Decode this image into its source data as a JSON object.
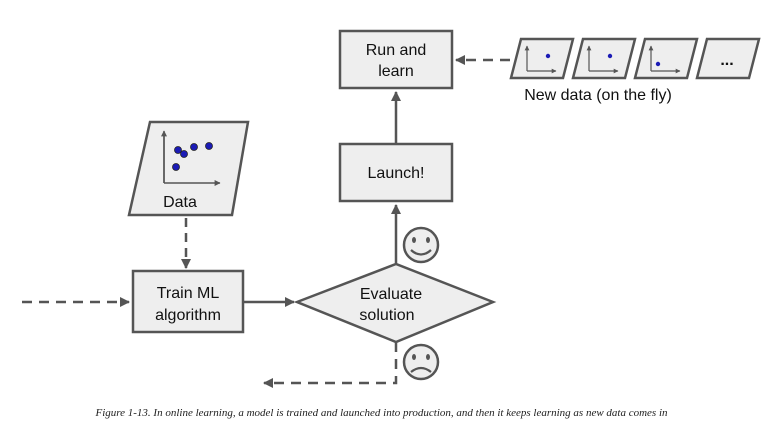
{
  "nodes": {
    "run_and_learn": [
      "Run and",
      "learn"
    ],
    "launch": "Launch!",
    "train": [
      "Train ML",
      "algorithm"
    ],
    "evaluate": [
      "Evaluate",
      "solution"
    ],
    "data": "Data",
    "new_data": "New data (on the fly)",
    "ellipsis": "..."
  },
  "caption": "Figure 1-13. In online learning, a model is trained and launched into production, and then it keeps learning as new data comes in",
  "colors": {
    "box_fill": "#eeeeee",
    "stroke": "#555555",
    "point": "#1b1bb5"
  },
  "icons": [
    "smiley-face-icon",
    "sad-face-icon"
  ]
}
